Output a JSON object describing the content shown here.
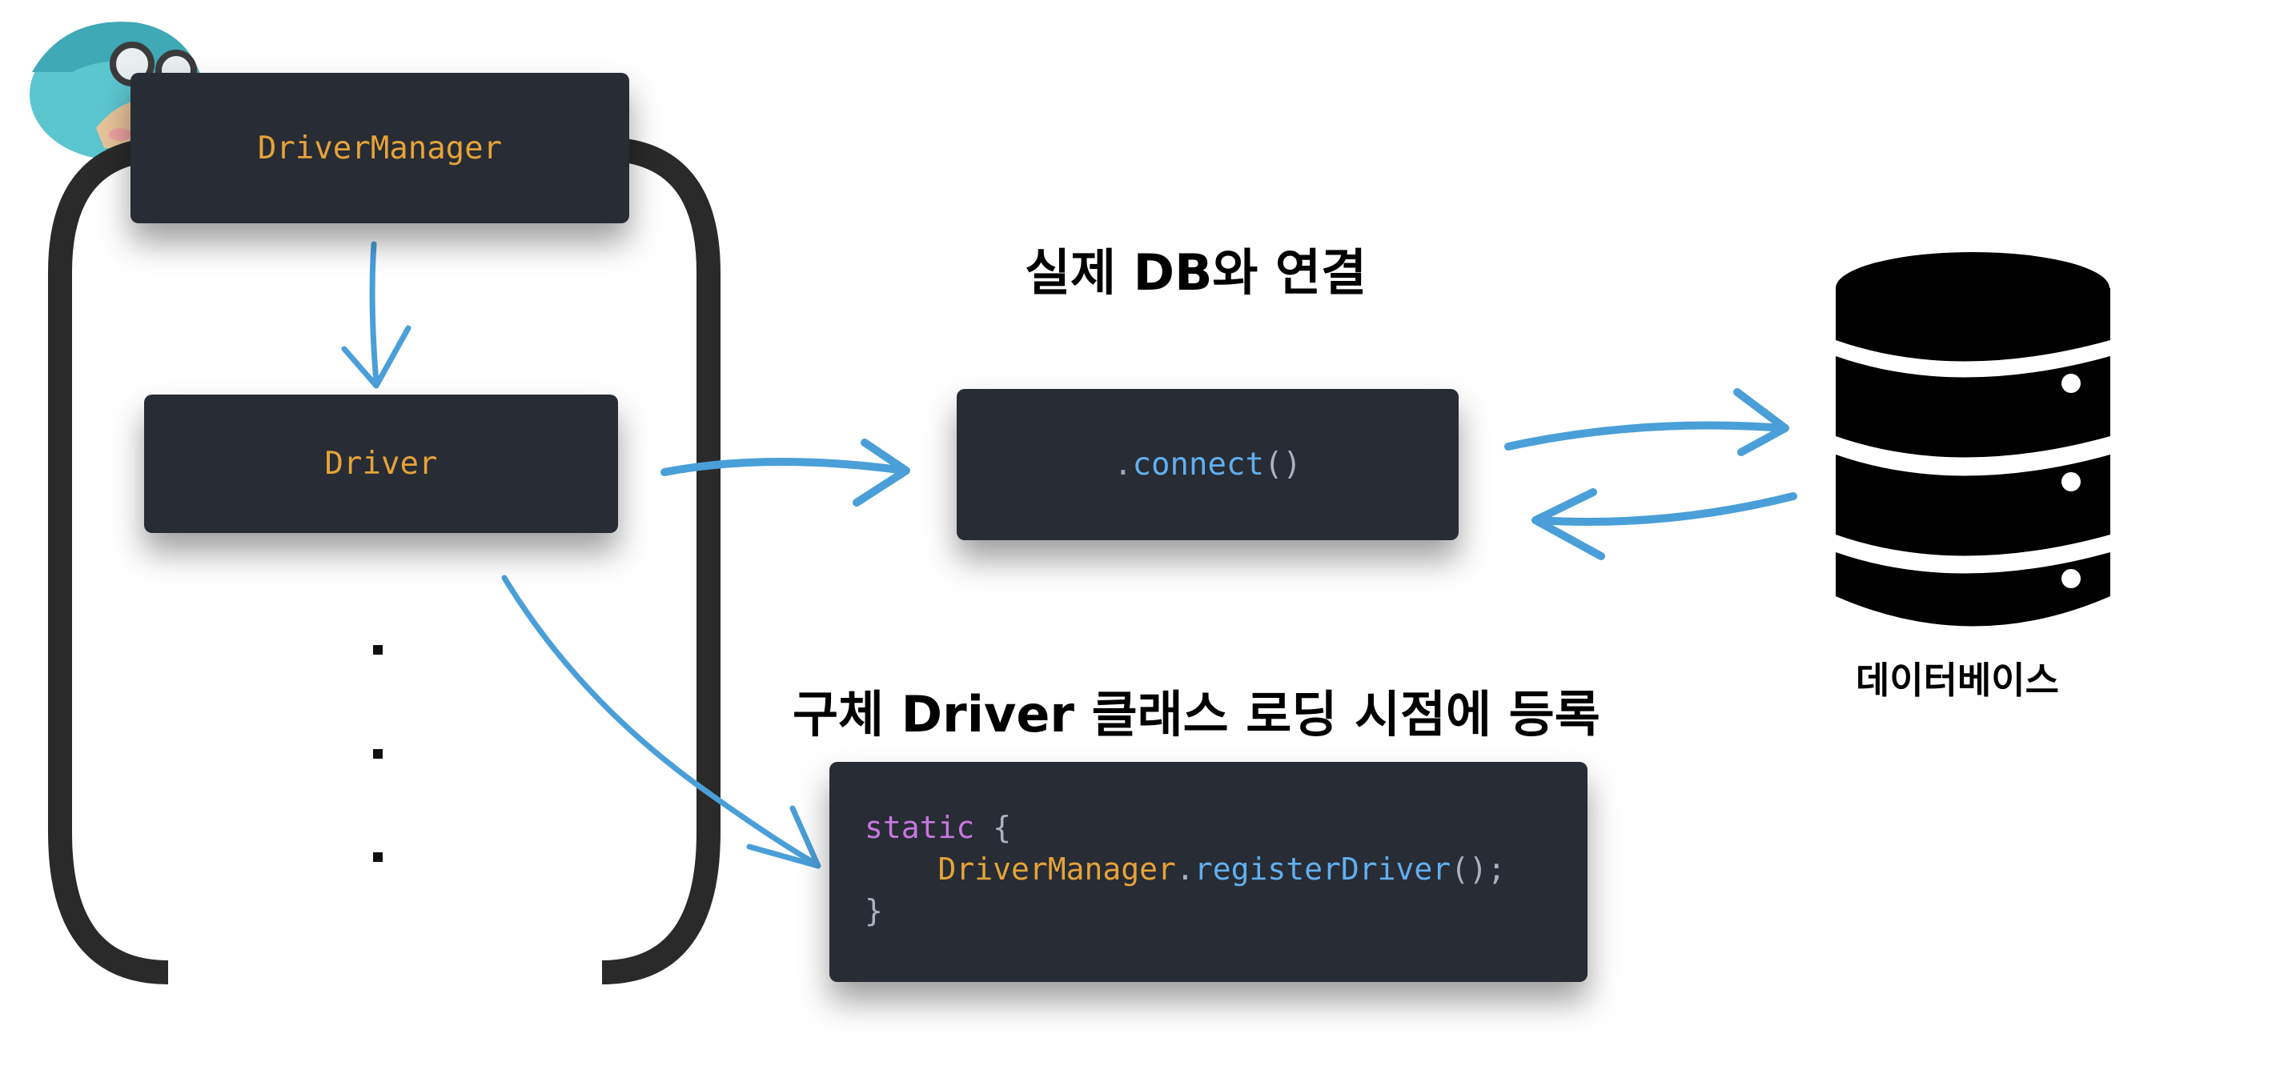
{
  "driver_manager": {
    "label": "DriverManager"
  },
  "driver": {
    "label": "Driver"
  },
  "connect": {
    "dot": ".",
    "name": "connect",
    "parens": "()"
  },
  "register_code": {
    "keyword": "static",
    "open_brace": " {",
    "indent": "    ",
    "class_name": "DriverManager",
    "dot": ".",
    "method": "registerDriver",
    "call_end": "();",
    "close_brace": "}"
  },
  "headings": {
    "connect": "실제 DB와 연결",
    "register": "구체 Driver 클래스 로딩 시점에 등록"
  },
  "database": {
    "label": "데이터베이스"
  },
  "colors": {
    "code_background": "#282c34",
    "class_orange": "#e5a339",
    "method_blue": "#61afef",
    "keyword_purple": "#c678dd",
    "arrow_blue": "#4a9fd8",
    "bracket_dark": "#2a2a2a"
  }
}
